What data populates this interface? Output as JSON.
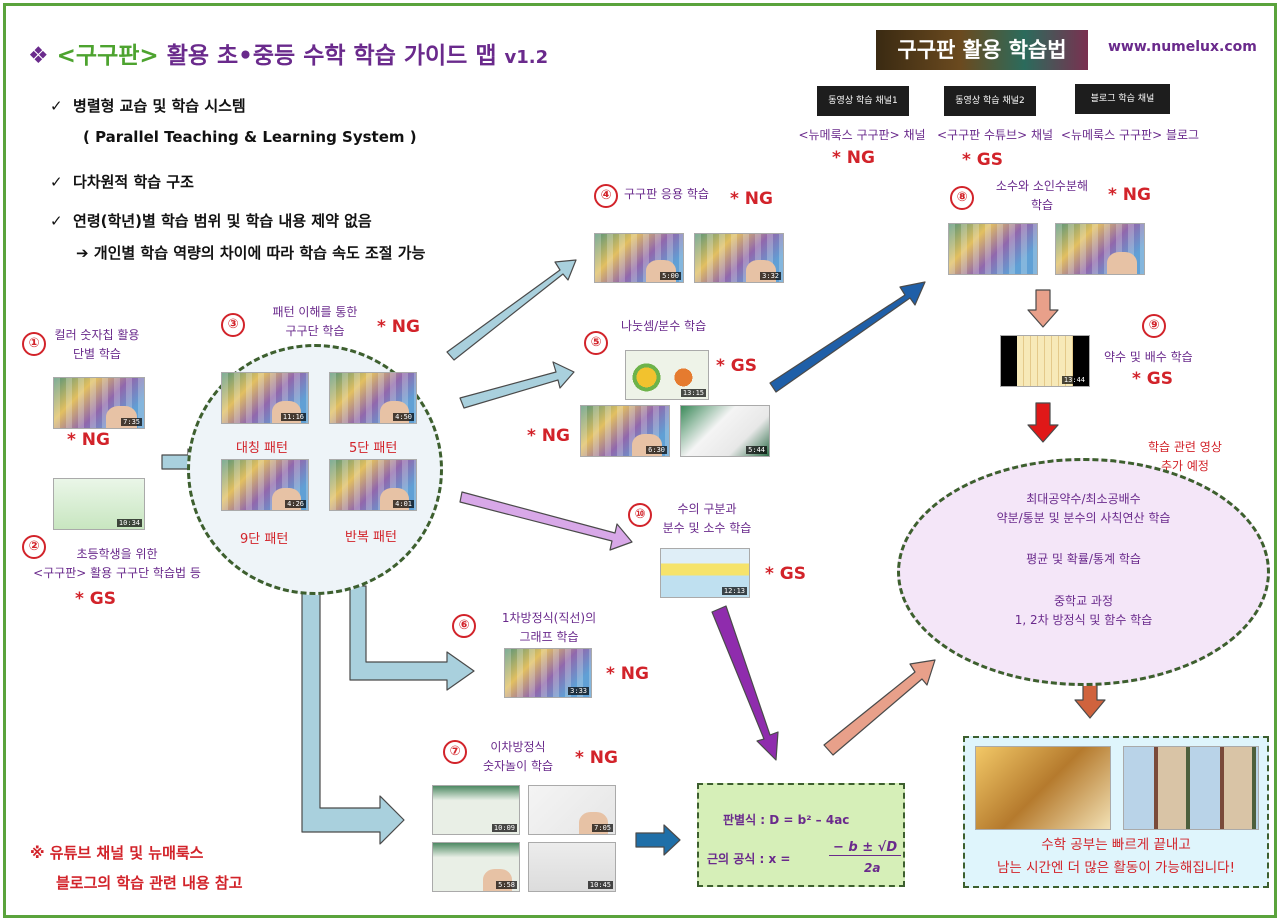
{
  "title": {
    "bullet": "❖",
    "prefix": "<구구판>",
    "main": "활용 초•중등 수학 학습 가이드 맵",
    "version": "v1.2"
  },
  "features": [
    {
      "mark": "✓",
      "text": "병렬형 교습 및 학습 시스템"
    },
    {
      "mark": "",
      "text": "( Parallel Teaching & Learning System )"
    },
    {
      "mark": "✓",
      "text": "다차원적 학습 구조"
    },
    {
      "mark": "✓",
      "text": "연령(학년)별 학습 범위 및 학습 내용 제약 없음"
    },
    {
      "mark": "➔",
      "text": "개인별 학습 역량의 차이에 따라 학습 속도 조절 가능"
    }
  ],
  "header": {
    "banner": "구구판 활용 학습법",
    "url": "www.numelux.com",
    "channels": [
      {
        "button": "동영상 학습 채널1",
        "caption": "<뉴메룩스 구구판> 채널",
        "tag": "* NG"
      },
      {
        "button": "동영상 학습 채널2",
        "caption": "<구구판 수튜브> 채널",
        "tag": "* GS"
      },
      {
        "button": "블로그 학습 채널",
        "caption": "<뉴메룩스 구구판> 블로그",
        "tag": ""
      }
    ]
  },
  "nodes": {
    "n1": {
      "num": "①",
      "line1": "컬러 숫자칩 활용",
      "line2": "단별 학습",
      "tag": "* NG",
      "time": "7:35"
    },
    "n2": {
      "num": "②",
      "line1": "초등학생을 위한",
      "line2": "<구구판> 활용 구구단 학습법 등",
      "tag": "* GS",
      "time": "10:34"
    },
    "n3": {
      "num": "③",
      "line1": "패턴 이해를 통한",
      "line2": "구구단 학습",
      "tag": "* NG",
      "patterns": [
        {
          "label": "대칭 패턴",
          "time": "11:16"
        },
        {
          "label": "5단 패턴",
          "time": "4:50"
        },
        {
          "label": "9단 패턴",
          "time": "4:26"
        },
        {
          "label": "반복 패턴",
          "time": "4:01"
        }
      ]
    },
    "n4": {
      "num": "④",
      "line1": "구구판 응용 학습",
      "tag": "* NG",
      "times": [
        "5:00",
        "3:32"
      ]
    },
    "n5": {
      "num": "⑤",
      "line1": "나눗셈/분수 학습",
      "tag_top": "* GS",
      "tag_left": "* NG",
      "times": [
        "13:15",
        "6:30",
        "5:44"
      ]
    },
    "n6": {
      "num": "⑥",
      "line1": "1차방정식(직선)의",
      "line2": "그래프 학습",
      "tag": "* NG",
      "time": "3:33"
    },
    "n7": {
      "num": "⑦",
      "line1": "이차방정식",
      "line2": "숫자놀이 학습",
      "tag": "* NG",
      "times": [
        "10:09",
        "7:05",
        "5:58",
        "10:45"
      ]
    },
    "n8": {
      "num": "⑧",
      "line1": "소수와 소인수분해",
      "line2": "학습",
      "tag": "* NG"
    },
    "n9": {
      "num": "⑨",
      "line1": "약수 및 배수 학습",
      "tag": "* GS",
      "time": "13:44"
    },
    "n10": {
      "num": "⑩",
      "line1": "수의 구분과",
      "line2": "분수 및 소수 학습",
      "tag": "* GS",
      "time": "12:13"
    }
  },
  "formula": {
    "discriminant": "판별식 : D = b² – 4ac",
    "roots_label": "근의 공식 : x =",
    "numerator": "− b ± √D",
    "denominator": "2a"
  },
  "future": {
    "note1": "학습 관련 영상",
    "note2": "추가 예정",
    "topics": [
      "최대공약수/최소공배수",
      "약분/통분 및 분수의 사칙연산 학습",
      "평균 및 확률/통계 학습",
      "중학교 과정",
      "1, 2차 방정식 및 함수 학습"
    ]
  },
  "final": {
    "line1": "수학 공부는 빠르게 끝내고",
    "line2": "남는 시간엔 더 많은 활동이 가능해집니다!"
  },
  "reference": {
    "line1": "※ 유튜브 채널 및 뉴매룩스",
    "line2": "블로그의 학습 관련 내용 참고"
  }
}
